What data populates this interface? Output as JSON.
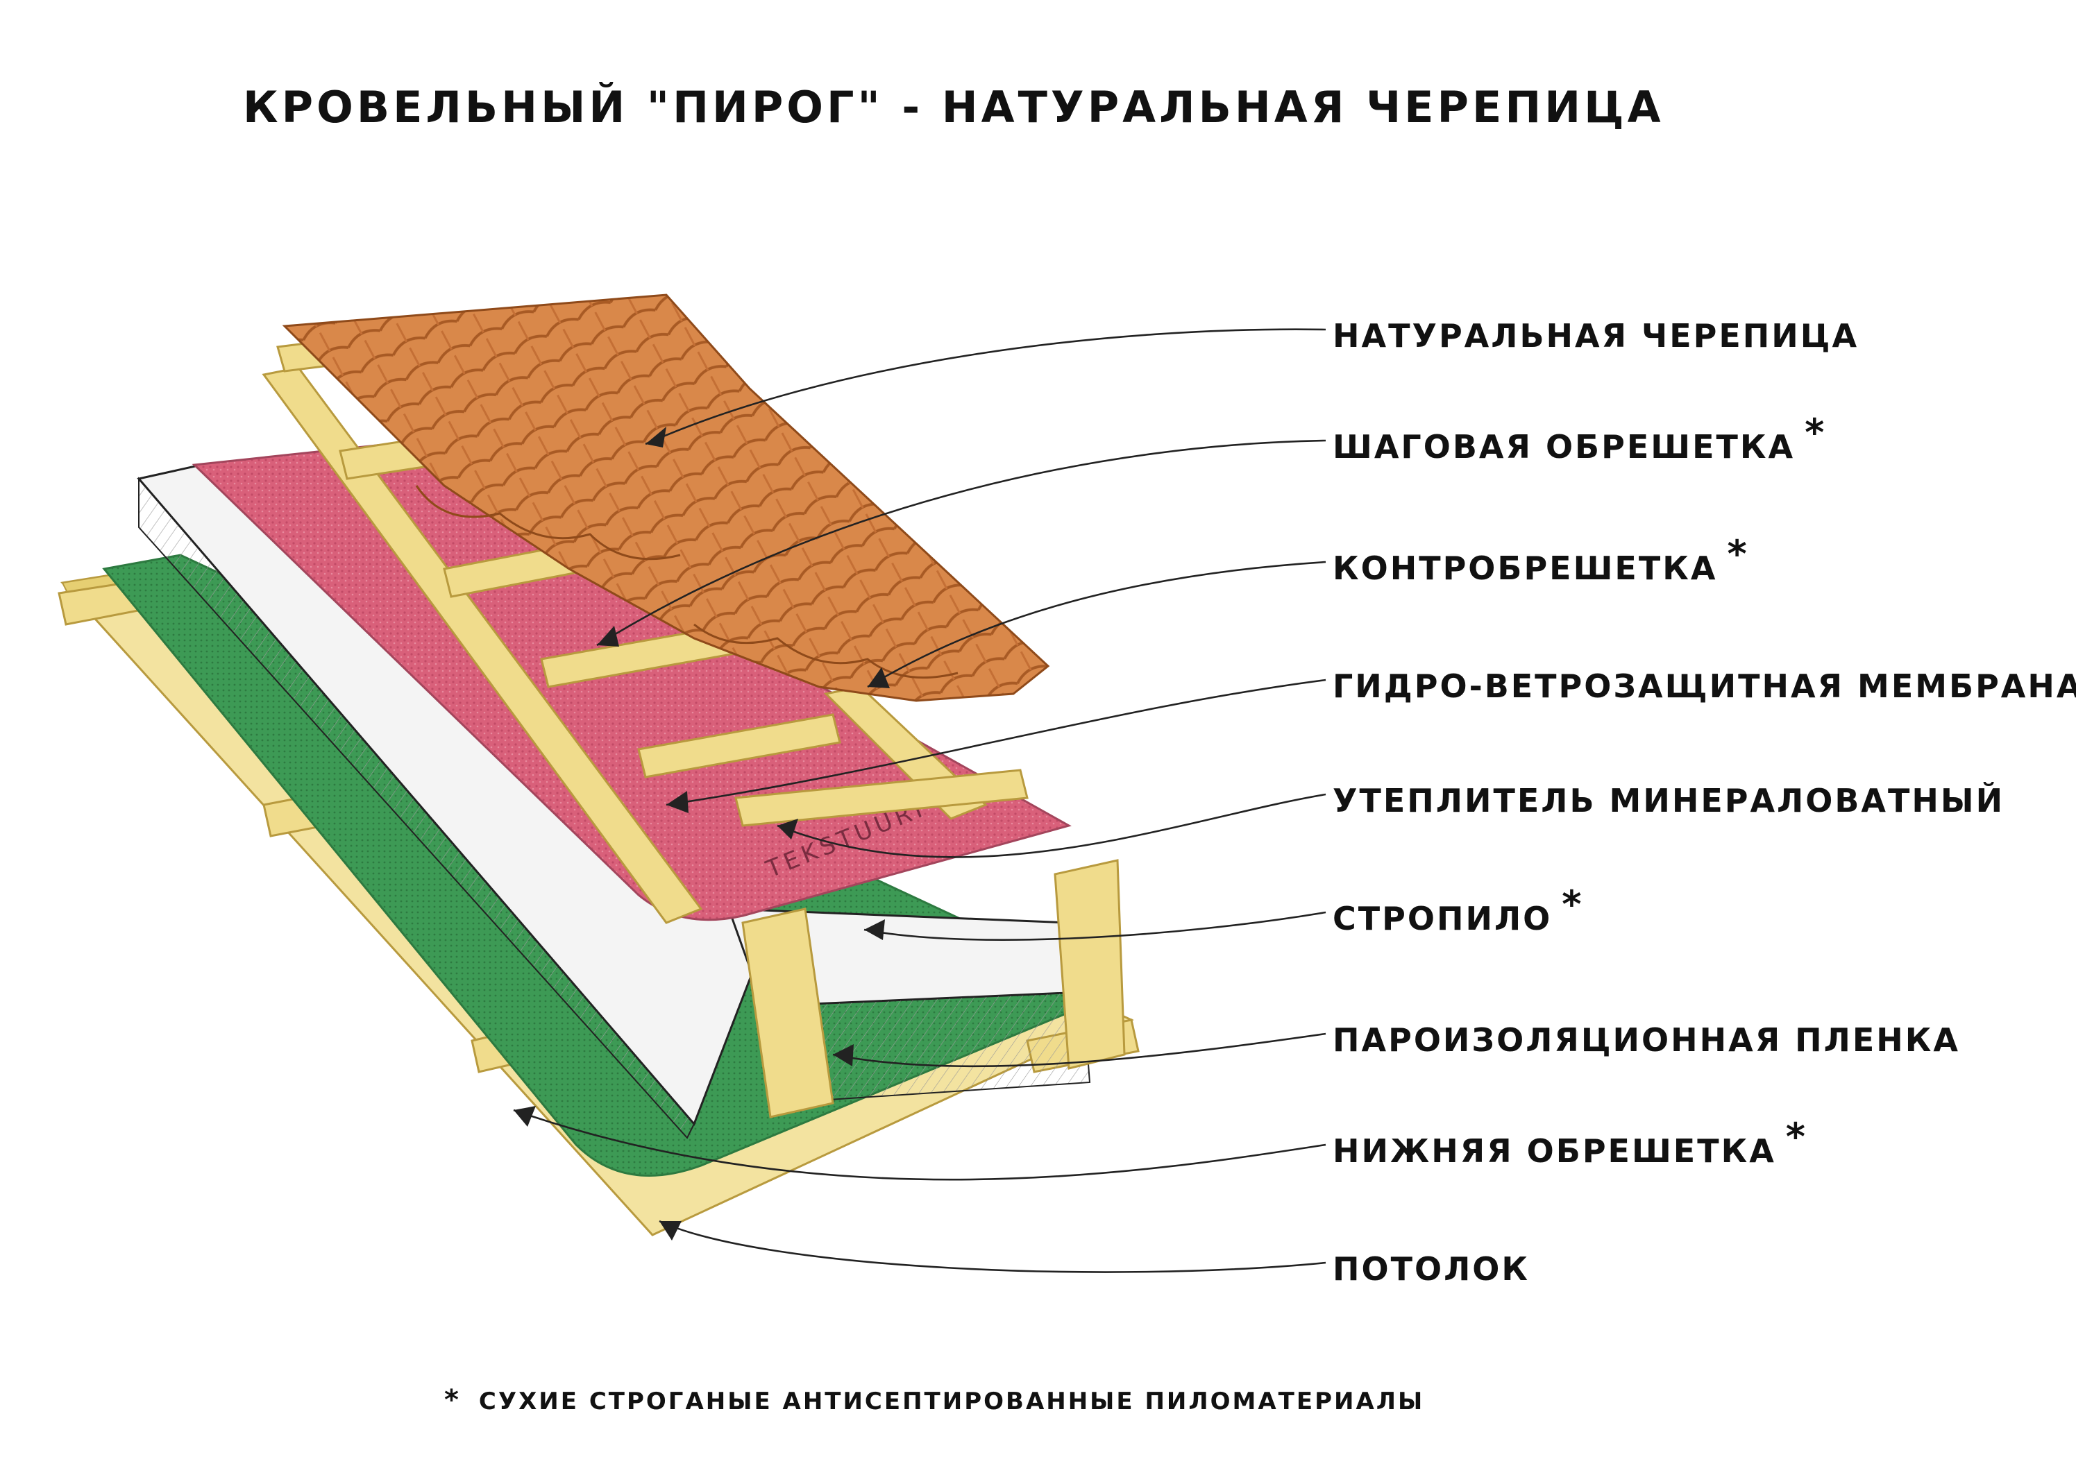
{
  "title": "КРОВЕЛЬНЫЙ \"ПИРОГ\" - НАТУРАЛЬНАЯ ЧЕРЕПИЦА",
  "layers": [
    {
      "label": "НАТУРАЛЬНАЯ ЧЕРЕПИЦА",
      "mark": ""
    },
    {
      "label": "ШАГОВАЯ ОБРЕШЕТКА",
      "mark": "*"
    },
    {
      "label": "КОНТРОБРЕШЕТКА",
      "mark": "*"
    },
    {
      "label": "ГИДРО-ВЕТРОЗАЩИТНАЯ МЕМБРАНА",
      "mark": ""
    },
    {
      "label": "УТЕПЛИТЕЛЬ МИНЕРАЛОВАТНЫЙ",
      "mark": ""
    },
    {
      "label": "СТРОПИЛО",
      "mark": "*"
    },
    {
      "label": "ПАРОИЗОЛЯЦИОННАЯ ПЛЕНКА",
      "mark": ""
    },
    {
      "label": "НИЖНЯЯ ОБРЕШЕТКА",
      "mark": "*"
    },
    {
      "label": "ПОТОЛОК",
      "mark": ""
    }
  ],
  "membrane_brand": "TEKSTUURI",
  "footnote": {
    "mark": "*",
    "text": "СУХИЕ СТРОГАНЫЕ АНТИСЕПТИРОВАННЫЕ ПИЛОМАТЕРИАЛЫ"
  },
  "colors": {
    "tile": "#d9884a",
    "tile_dark": "#b0652c",
    "wood": "#f0dc8c",
    "wood_edge": "#b89a3e",
    "membrane": "#d9607a",
    "insulation": "#f2f2f2",
    "vapor_film": "#3d9a55",
    "ink": "#222222"
  }
}
